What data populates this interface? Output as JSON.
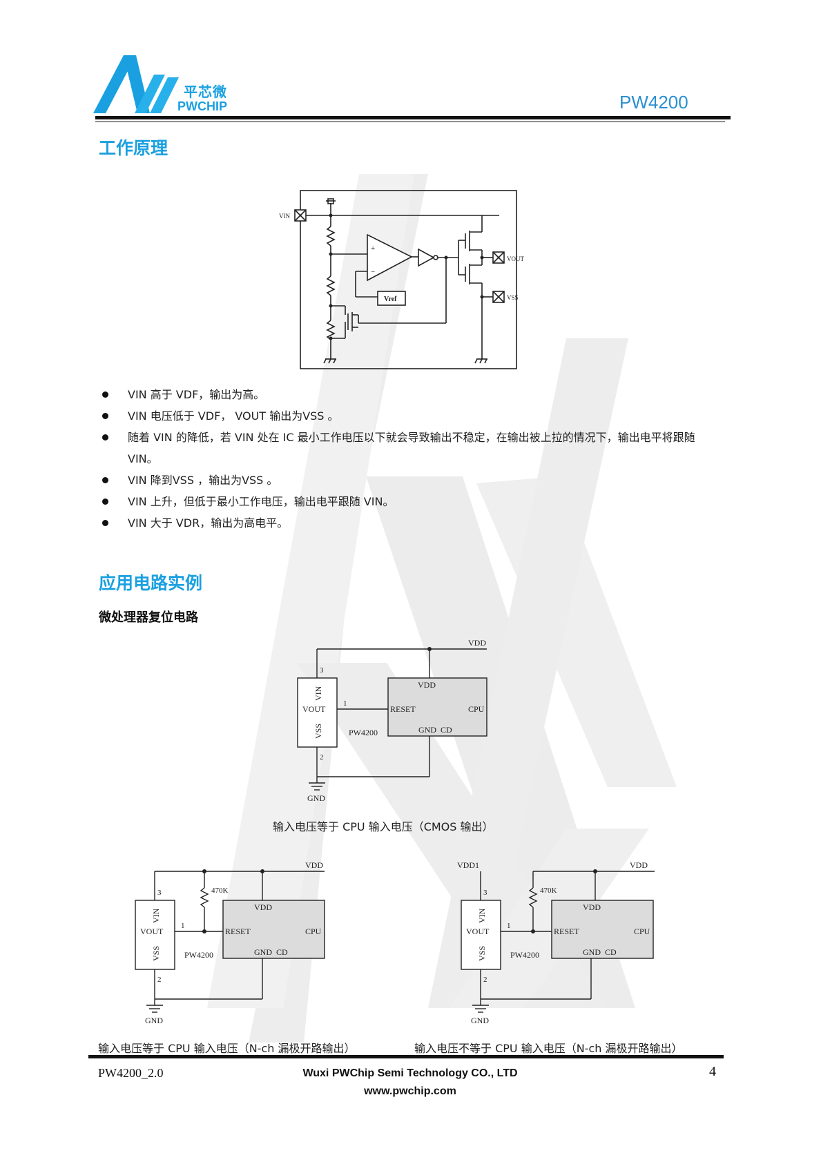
{
  "header": {
    "logo_cn": "平芯微",
    "logo_en": "PWCHIP",
    "part_number": "PW4200"
  },
  "section1": {
    "title": "工作原理",
    "diagram_labels": {
      "vin": "VIN",
      "vout": "VOUT",
      "vss": "VSS",
      "vref": "Vref",
      "plus": "+",
      "minus": "−"
    },
    "bullets": [
      "VIN 高于 VDF，输出为高。",
      "VIN 电压低于 VDF， VOUT 输出为VSS 。",
      "随着 VIN 的降低，若 VIN 处在 IC 最小工作电压以下就会导致输出不稳定，在输出被上拉的情况下，输出电平将跟随 VIN。",
      "VIN 降到VSS ，输出为VSS 。",
      "VIN 上升，但低于最小工作电压，输出电平跟随 VIN。",
      "VIN 大于 VDR，输出为高电平。"
    ]
  },
  "section2": {
    "title": "应用电路实例",
    "subtitle": "微处理器复位电路",
    "circuit_labels": {
      "vdd": "VDD",
      "vdd1": "VDD1",
      "vin": "VIN",
      "vout": "VOUT",
      "vss": "VSS",
      "pin1": "1",
      "pin2": "2",
      "pin3": "3",
      "chip": "PW4200",
      "reset": "RESET",
      "cpu": "CPU",
      "gnd_cd": "GND  CD",
      "gnd": "GND",
      "res": "470K"
    },
    "caption1": "输入电压等于 CPU 输入电压（CMOS 输出）",
    "caption2": "输入电压等于 CPU 输入电压（N-ch 漏极开路输出）",
    "caption3": "输入电压不等于 CPU 输入电压（N-ch 漏极开路输出）"
  },
  "footer": {
    "doc_version": "PW4200_2.0",
    "company": "Wuxi PWChip Semi Technology CO., LTD",
    "website": "www.pwchip.com",
    "page": "4"
  },
  "colors": {
    "brand_blue": "#1aa0e0",
    "watermark_gray": "#ebebeb"
  }
}
